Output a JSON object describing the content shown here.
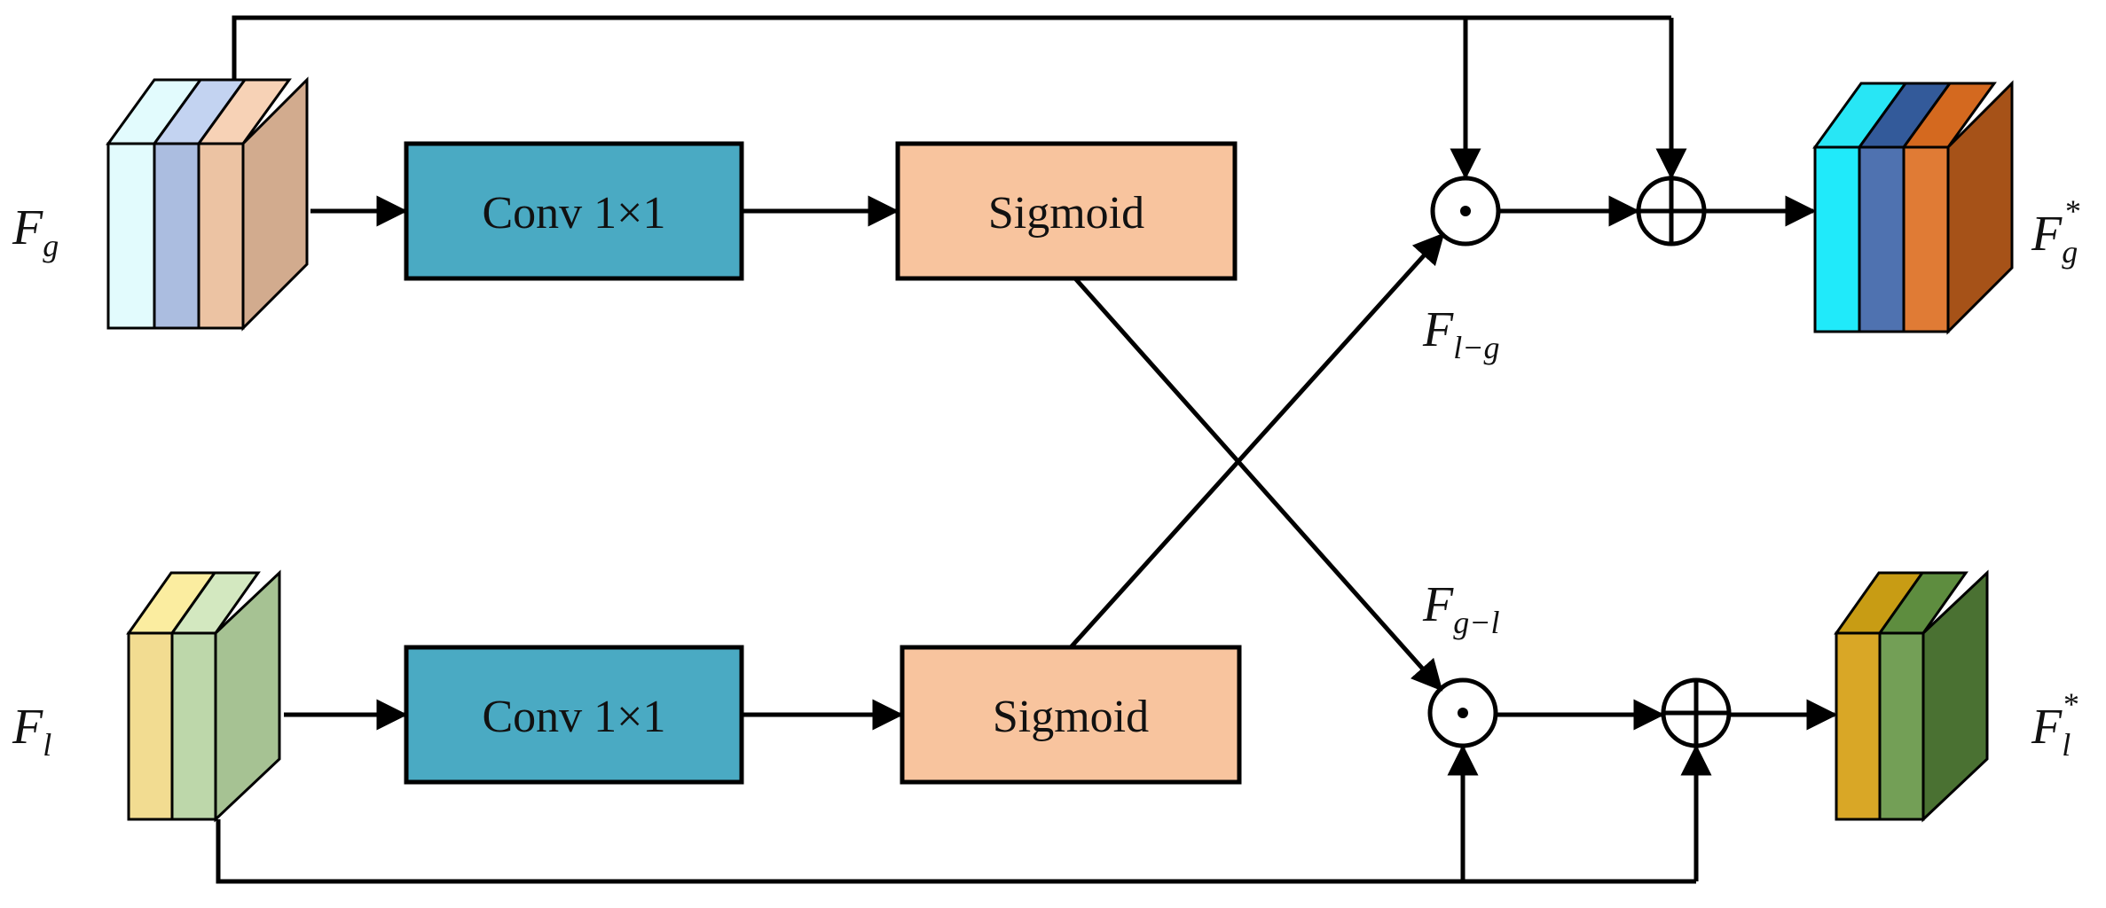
{
  "colors": {
    "conv_fill": "#4AAAC3",
    "sigmoid_fill": "#F8C49E",
    "line": "#000000"
  },
  "blocks": {
    "conv_top": "Conv 1×1",
    "sigmoid_top": "Sigmoid",
    "conv_bottom": "Conv 1×1",
    "sigmoid_bottom": "Sigmoid"
  },
  "labels": {
    "fg": {
      "main": "F",
      "sub": "g",
      "sup": ""
    },
    "fl": {
      "main": "F",
      "sub": "l",
      "sup": ""
    },
    "fg_star": {
      "main": "F",
      "sub": "g",
      "sup": "*"
    },
    "fl_star": {
      "main": "F",
      "sub": "l",
      "sup": "*"
    },
    "f_lg": {
      "main": "F",
      "sub": "l−g",
      "sup": ""
    },
    "f_gl": {
      "main": "F",
      "sub": "g−l",
      "sup": ""
    }
  },
  "operators": {
    "multiply": "element-wise-product",
    "add": "element-wise-sum"
  },
  "tensors": {
    "fg_in_colors": [
      "#E2FBFD",
      "#ABBDE0",
      "#ECC3A3",
      "#D2AB8E"
    ],
    "fl_in_colors": [
      "#F2DC91",
      "#BDD7AA",
      "#A6C293"
    ],
    "fg_out_colors": [
      "#20EAFA",
      "#4F72B0",
      "#E07B35",
      "#A65218"
    ],
    "fl_out_colors": [
      "#D9A726",
      "#739F56",
      "#4A7132"
    ]
  }
}
